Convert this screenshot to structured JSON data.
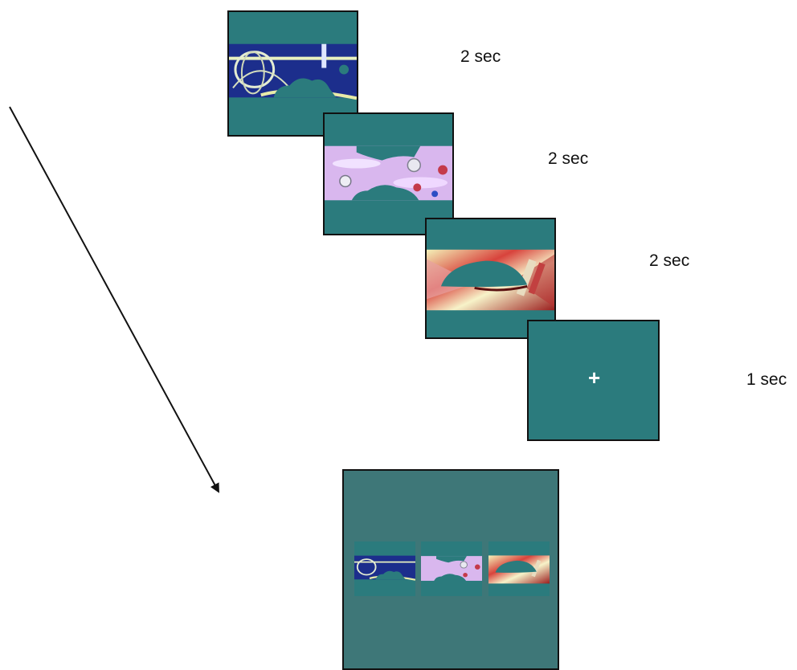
{
  "durations": {
    "frame1": "2 sec",
    "frame2": "2 sec",
    "frame3": "2 sec",
    "fixation": "1 sec"
  },
  "fixation_symbol": "+",
  "colors": {
    "frame_teal": "#2b7b7d",
    "test_screen": "#3e7778",
    "border": "#111111",
    "arrow": "#111111"
  }
}
